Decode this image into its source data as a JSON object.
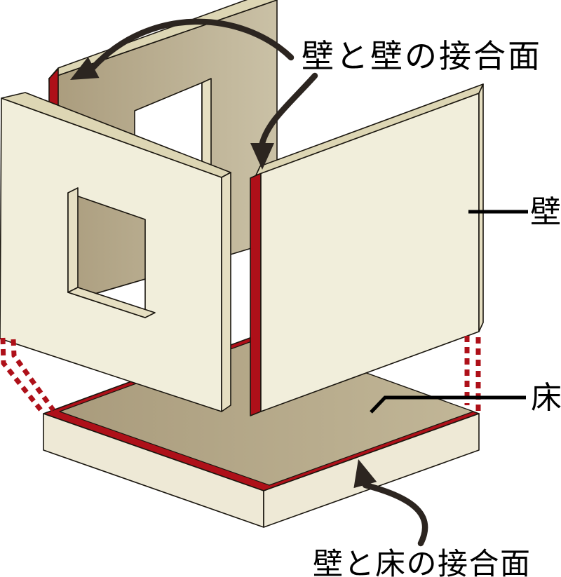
{
  "diagram": {
    "labels": {
      "wall_wall_joint": "壁と壁の接合面",
      "wall": "壁",
      "floor": "床",
      "wall_floor_joint": "壁と床の接合面"
    },
    "colors": {
      "joint_red": "#ae1019",
      "outline": "#1a160f",
      "arrow_black": "#2c2520",
      "text_black": "#000000",
      "panel_face_cream": "#f1eedb",
      "panel_top_cream": "#ddd6b4",
      "panel_edge_cream": "#e6dfc2",
      "slab_side_cream": "#eee9d6",
      "inner_wall_tan_dark": "#ab9d7e",
      "inner_wall_tan_light": "#cac1a6",
      "floor_tan_dark": "#a89a7b",
      "floor_tan_light": "#c2b798",
      "opening_white": "#ffffff",
      "background": "#ffffff"
    }
  }
}
